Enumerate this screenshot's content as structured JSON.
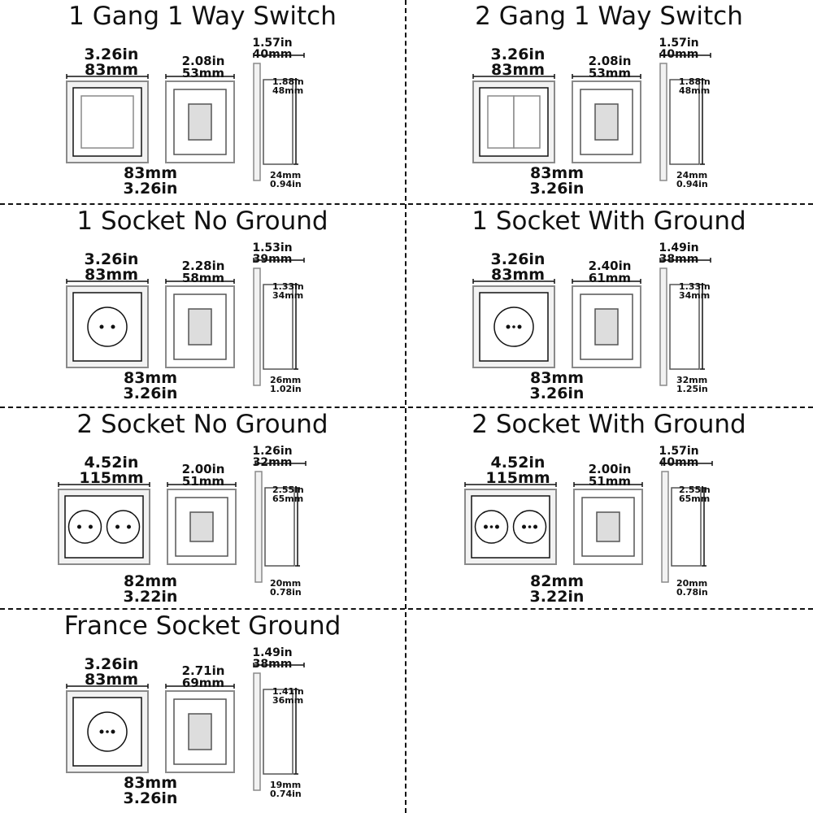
{
  "panels": [
    {
      "title": "1 Gang 1 Way Switch",
      "front_width": [
        "3.26in",
        "83mm"
      ],
      "front_height": [
        "83mm",
        "3.26in"
      ],
      "back_width": [
        "2.08in",
        "53mm"
      ],
      "side_depth": [
        "1.57in",
        "40mm"
      ],
      "side_height": [
        "1.88in",
        "48mm"
      ],
      "side_base": [
        "24mm",
        "0.94in"
      ],
      "device": "switch-1gang"
    },
    {
      "title": "2 Gang 1 Way Switch",
      "front_width": [
        "3.26in",
        "83mm"
      ],
      "front_height": [
        "83mm",
        "3.26in"
      ],
      "back_width": [
        "2.08in",
        "53mm"
      ],
      "side_depth": [
        "1.57in",
        "40mm"
      ],
      "side_height": [
        "1.88in",
        "48mm"
      ],
      "side_base": [
        "24mm",
        "0.94in"
      ],
      "device": "switch-2gang"
    },
    {
      "title": "1 Socket No Ground",
      "front_width": [
        "3.26in",
        "83mm"
      ],
      "front_height": [
        "83mm",
        "3.26in"
      ],
      "back_width": [
        "2.28in",
        "58mm"
      ],
      "side_depth": [
        "1.53in",
        "39mm"
      ],
      "side_height": [
        "1.33in",
        "34mm"
      ],
      "side_base": [
        "26mm",
        "1.02in"
      ],
      "device": "socket-1"
    },
    {
      "title": "1 Socket With Ground",
      "front_width": [
        "3.26in",
        "83mm"
      ],
      "front_height": [
        "83mm",
        "3.26in"
      ],
      "back_width": [
        "2.40in",
        "61mm"
      ],
      "side_depth": [
        "1.49in",
        "38mm"
      ],
      "side_height": [
        "1.33in",
        "34mm"
      ],
      "side_base": [
        "32mm",
        "1.25in"
      ],
      "device": "socket-1-ground"
    },
    {
      "title": "2 Socket No Ground",
      "front_width": [
        "4.52in",
        "115mm"
      ],
      "front_height": [
        "82mm",
        "3.22in"
      ],
      "back_width": [
        "2.00in",
        "51mm"
      ],
      "side_depth": [
        "1.26in",
        "32mm"
      ],
      "side_height": [
        "2.55in",
        "65mm"
      ],
      "side_base": [
        "20mm",
        "0.78in"
      ],
      "device": "socket-2"
    },
    {
      "title": "2 Socket With Ground",
      "front_width": [
        "4.52in",
        "115mm"
      ],
      "front_height": [
        "82mm",
        "3.22in"
      ],
      "back_width": [
        "2.00in",
        "51mm"
      ],
      "side_depth": [
        "1.57in",
        "40mm"
      ],
      "side_height": [
        "2.55in",
        "65mm"
      ],
      "side_base": [
        "20mm",
        "0.78in"
      ],
      "device": "socket-2-ground"
    },
    {
      "title": "France Socket Ground",
      "front_width": [
        "3.26in",
        "83mm"
      ],
      "front_height": [
        "83mm",
        "3.26in"
      ],
      "back_width": [
        "2.71in",
        "69mm"
      ],
      "side_depth": [
        "1.49in",
        "38mm"
      ],
      "side_height": [
        "1.41in",
        "36mm"
      ],
      "side_base": [
        "19mm",
        "0.74in"
      ],
      "device": "socket-france"
    }
  ],
  "colors": {
    "line": "#111111",
    "frame": "#8a8a8a",
    "panel": "#f2f2f2",
    "mechanism": "#555555"
  }
}
